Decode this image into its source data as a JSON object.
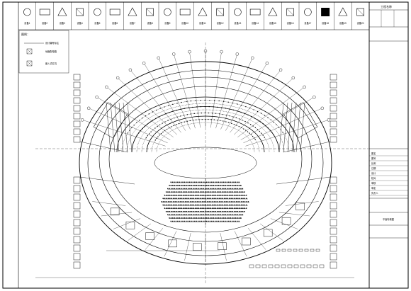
{
  "legend": {
    "title": "图例：",
    "items": [
      {
        "label": "设计编号标注"
      },
      {
        "label": "地面配电箱"
      },
      {
        "label": "嵌入式灯具"
      }
    ]
  },
  "icons": [
    "设备1",
    "设备2",
    "设备3",
    "设备4",
    "设备5",
    "设备6",
    "设备7",
    "设备8",
    "设备9",
    "设备10",
    "设备11",
    "设备12",
    "设备13",
    "设备14",
    "设备15",
    "设备16",
    "设备17",
    "设备18",
    "设备19",
    "设备20"
  ],
  "title_block": {
    "header": "工程名称",
    "fields": [
      "图名",
      "图号",
      "比例",
      "日期",
      "设计",
      "校对",
      "审核",
      "审定",
      "负责人"
    ],
    "drawing_title": "平面布置图"
  }
}
